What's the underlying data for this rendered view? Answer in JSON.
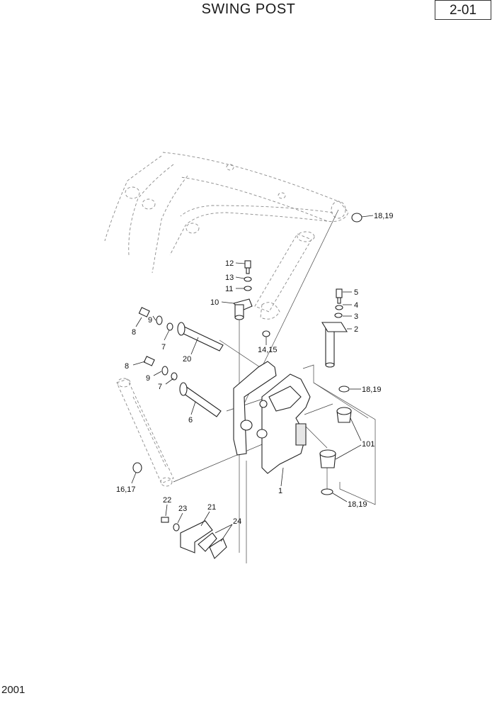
{
  "header": {
    "title": "SWING POST",
    "page_number": "2-01"
  },
  "footer": {
    "code": "2001"
  },
  "callouts": {
    "c18_19_top": "18,19",
    "c12": "12",
    "c13": "13",
    "c11": "11",
    "c10": "10",
    "c5": "5",
    "c4": "4",
    "c3": "3",
    "c2": "2",
    "c14_15": "14,15",
    "c8_upper": "8",
    "c9_upper": "9",
    "c7_upper": "7",
    "c20": "20",
    "c8_lower": "8",
    "c9_lower": "9",
    "c7_lower": "7",
    "c6": "6",
    "c18_19_mid": "18,19",
    "c101": "101",
    "c1": "1",
    "c16_17": "16,17",
    "c18_19_bottom": "18,19",
    "c22": "22",
    "c23": "23",
    "c21": "21",
    "c24": "24"
  }
}
